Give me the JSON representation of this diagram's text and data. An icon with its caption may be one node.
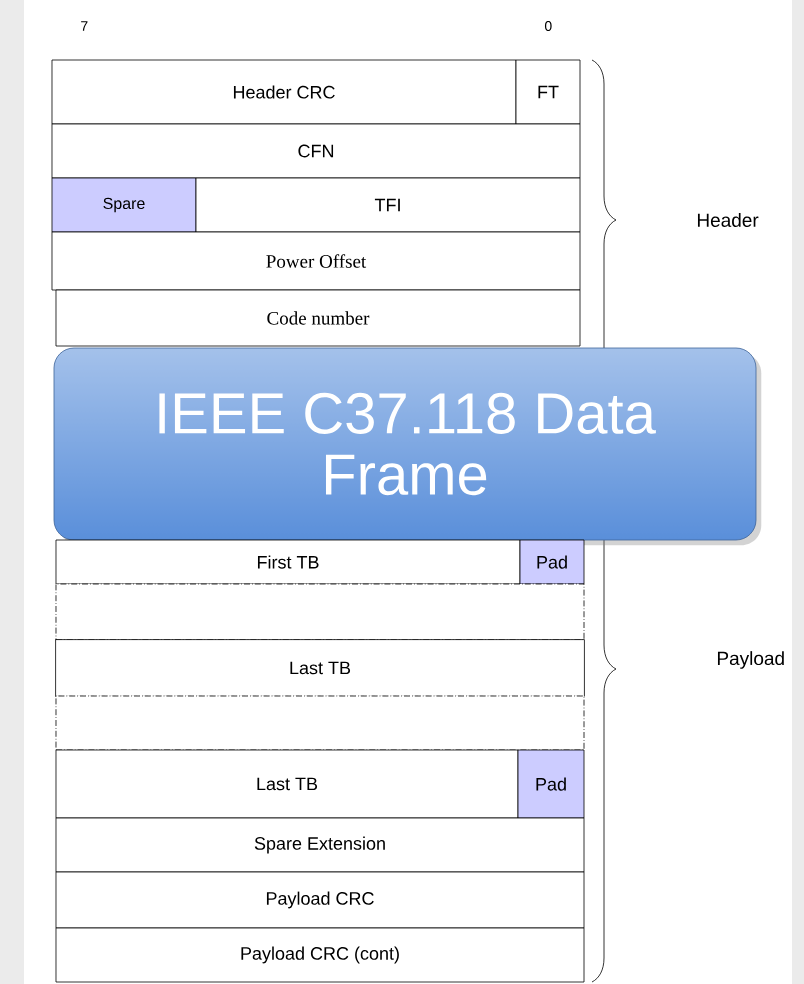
{
  "diagram": {
    "nodes": [
      {
        "text": [
          "Header CRC"
        ]
      },
      {
        "text": [
          "FT"
        ]
      },
      {
        "text": [
          "CFN"
        ]
      },
      {
        "text": [
          "Spare"
        ]
      },
      {
        "text": [
          "TFI"
        ]
      },
      {
        "text": [
          "Power Offset"
        ]
      },
      {
        "text": [
          "Code number"
        ]
      },
      {
        "text": [
          "IEEE C37.118 Data Frame"
        ]
      },
      {
        "text": [
          "First TB"
        ]
      },
      {
        "text": [
          "Pad"
        ]
      },
      {
        "text": [],
        "shape": "box"
      },
      {
        "text": [
          "Last TB"
        ]
      },
      {
        "text": [],
        "shape": "box"
      },
      {
        "text": [
          "Last TB"
        ]
      },
      {
        "text": [
          "Pad"
        ]
      },
      {
        "text": [
          "Spare Extension"
        ]
      },
      {
        "text": [
          "Payload CRC"
        ]
      },
      {
        "text": [
          "Payload CRC (cont)"
        ]
      }
    ],
    "edges": [],
    "labels": [
      "7",
      "0",
      "Header",
      "Payload"
    ]
  }
}
